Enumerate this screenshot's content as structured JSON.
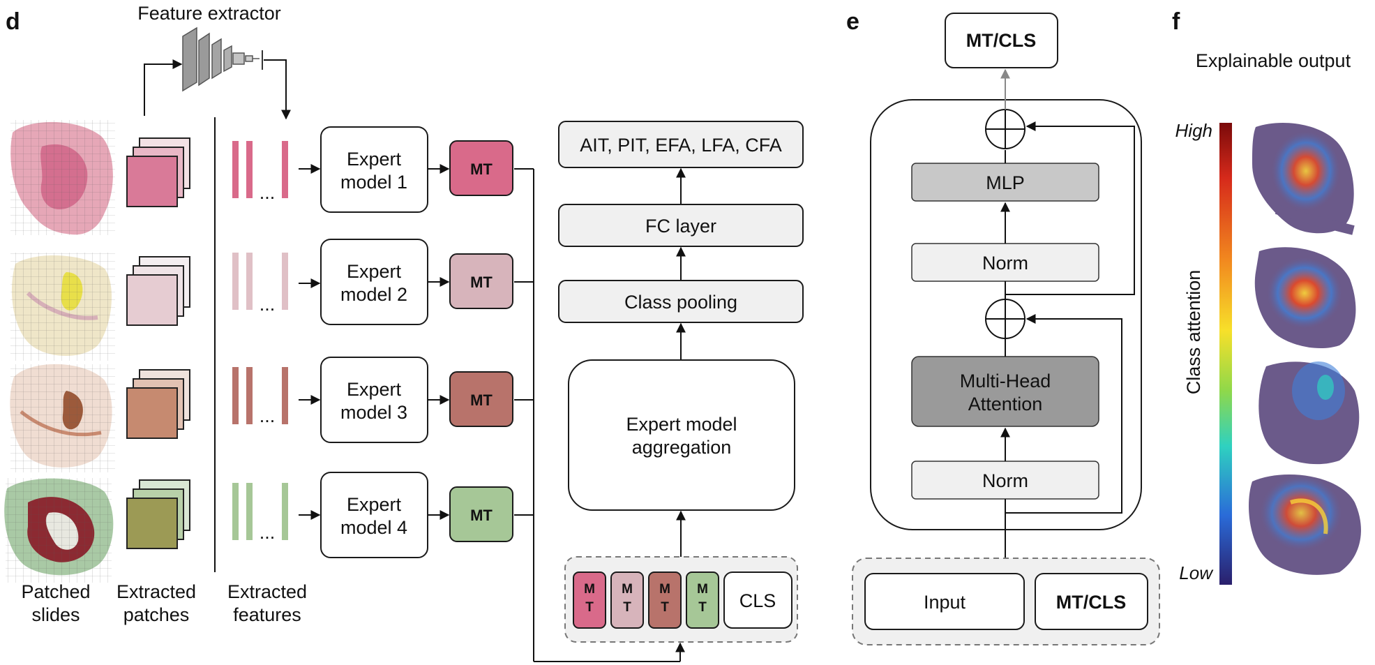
{
  "panels": {
    "d": "d",
    "e": "e",
    "f": "f"
  },
  "d": {
    "feature_extractor": "Feature extractor",
    "experts": [
      {
        "line1": "Expert",
        "line2": "model 1",
        "mt": "MT",
        "color": "#d96a8a"
      },
      {
        "line1": "Expert",
        "line2": "model 2",
        "mt": "MT",
        "color": "#d7b4bb"
      },
      {
        "line1": "Expert",
        "line2": "model 3",
        "mt": "MT",
        "color": "#b8736b"
      },
      {
        "line1": "Expert",
        "line2": "model 4",
        "mt": "MT",
        "color": "#a6c797"
      }
    ],
    "feature_colors": [
      "#d96a8a",
      "#e0c0c6",
      "#b8736b",
      "#a6c797"
    ],
    "ellipsis": "...",
    "captions": {
      "patched_1": "Patched",
      "patched_2": "slides",
      "extracted_patches_1": "Extracted",
      "extracted_patches_2": "patches",
      "extracted_features_1": "Extracted",
      "extracted_features_2": "features"
    },
    "output_classes": "AIT, PIT, EFA, LFA, CFA",
    "fc_layer": "FC layer",
    "class_pooling": "Class pooling",
    "aggregation_1": "Expert model",
    "aggregation_2": "aggregation",
    "tokens": [
      {
        "l1": "M",
        "l2": "T",
        "color": "#d96a8a"
      },
      {
        "l1": "M",
        "l2": "T",
        "color": "#d7b4bb"
      },
      {
        "l1": "M",
        "l2": "T",
        "color": "#b8736b"
      },
      {
        "l1": "M",
        "l2": "T",
        "color": "#a6c797"
      }
    ],
    "cls_token": "CLS"
  },
  "e": {
    "output": "MT/CLS",
    "mlp": "MLP",
    "norm_top": "Norm",
    "mha_1": "Multi-Head",
    "mha_2": "Attention",
    "norm_bottom": "Norm",
    "input": "Input",
    "input_token": "MT/CLS"
  },
  "f": {
    "title": "Explainable output",
    "high": "High",
    "low": "Low",
    "colorbar_label": "Class attention"
  }
}
